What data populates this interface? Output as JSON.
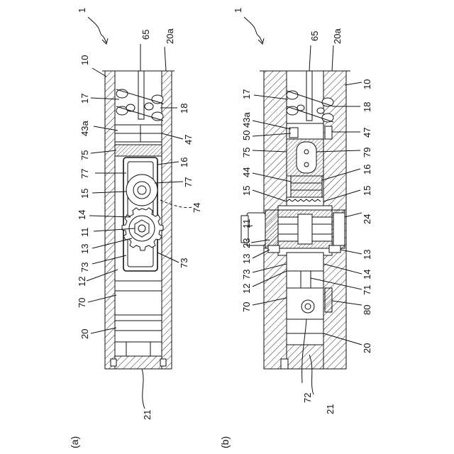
{
  "figure": {
    "panels": [
      {
        "id": "a",
        "caption": "(a)",
        "labels": [
          "1",
          "65",
          "20a",
          "10",
          "17",
          "18",
          "43a",
          "47",
          "75",
          "16",
          "77",
          "77",
          "15",
          "74",
          "14",
          "11",
          "13",
          "73",
          "73",
          "12",
          "70",
          "20",
          "21"
        ]
      },
      {
        "id": "b",
        "caption": "(b)",
        "labels": [
          "1",
          "65",
          "20a",
          "10",
          "17",
          "18",
          "43a",
          "47",
          "50",
          "79",
          "75",
          "16",
          "44",
          "15",
          "15",
          "24",
          "11",
          "23",
          "13",
          "13",
          "73",
          "14",
          "12",
          "71",
          "70",
          "80",
          "20",
          "72",
          "21"
        ]
      }
    ]
  }
}
